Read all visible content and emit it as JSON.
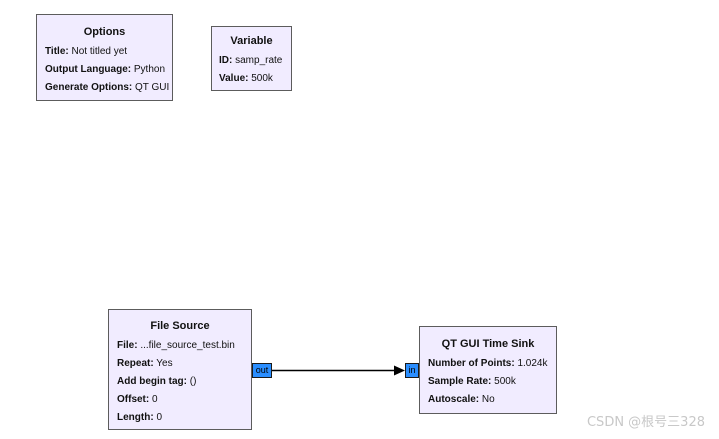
{
  "blocks": {
    "options": {
      "title": "Options",
      "params": [
        {
          "key": "Title:",
          "value": "Not titled yet"
        },
        {
          "key": "Output Language:",
          "value": "Python"
        },
        {
          "key": "Generate Options:",
          "value": "QT GUI"
        }
      ]
    },
    "variable": {
      "title": "Variable",
      "params": [
        {
          "key": "ID:",
          "value": "samp_rate"
        },
        {
          "key": "Value:",
          "value": "500k"
        }
      ]
    },
    "file_source": {
      "title": "File Source",
      "params": [
        {
          "key": "File:",
          "value": "...file_source_test.bin"
        },
        {
          "key": "Repeat:",
          "value": "Yes"
        },
        {
          "key": "Add begin tag:",
          "value": "()"
        },
        {
          "key": "Offset:",
          "value": "0"
        },
        {
          "key": "Length:",
          "value": "0"
        }
      ],
      "out_port": "out"
    },
    "time_sink": {
      "title": "QT GUI Time Sink",
      "params": [
        {
          "key": "Number of Points:",
          "value": "1.024k"
        },
        {
          "key": "Sample Rate:",
          "value": "500k"
        },
        {
          "key": "Autoscale:",
          "value": "No"
        }
      ],
      "in_port": "in"
    }
  },
  "colors": {
    "block_fill": "#f1ecff",
    "block_border": "#5c5c5c",
    "port_fill": "#2a8eff",
    "connection": "#000000",
    "watermark": "#c8c8c8"
  },
  "watermark": "CSDN @根号三328"
}
